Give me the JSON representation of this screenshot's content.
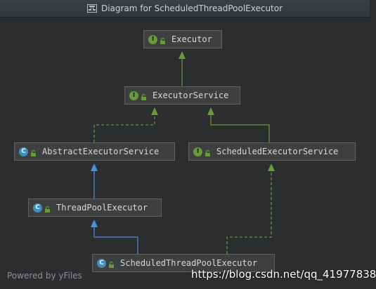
{
  "window": {
    "title": "Diagram for ScheduledThreadPoolExecutor"
  },
  "nodes": {
    "executor": {
      "label": "Executor",
      "kind": "interface",
      "badge": "I"
    },
    "executor_service": {
      "label": "ExecutorService",
      "kind": "interface",
      "badge": "I"
    },
    "abstract_executor_service": {
      "label": "AbstractExecutorService",
      "kind": "class",
      "badge": "C"
    },
    "scheduled_executor_service": {
      "label": "ScheduledExecutorService",
      "kind": "interface",
      "badge": "I"
    },
    "thread_pool_executor": {
      "label": "ThreadPoolExecutor",
      "kind": "class",
      "badge": "C"
    },
    "scheduled_thread_pool_executor": {
      "label": "ScheduledThreadPoolExecutor",
      "kind": "class",
      "badge": "C"
    }
  },
  "relations": [
    {
      "from": "executor_service",
      "to": "executor",
      "type": "extends-interface"
    },
    {
      "from": "abstract_executor_service",
      "to": "executor_service",
      "type": "implements"
    },
    {
      "from": "scheduled_executor_service",
      "to": "executor_service",
      "type": "extends-interface"
    },
    {
      "from": "thread_pool_executor",
      "to": "abstract_executor_service",
      "type": "extends-class"
    },
    {
      "from": "scheduled_thread_pool_executor",
      "to": "thread_pool_executor",
      "type": "extends-class"
    },
    {
      "from": "scheduled_thread_pool_executor",
      "to": "scheduled_executor_service",
      "type": "implements"
    }
  ],
  "colors": {
    "background": "#2b2d2f",
    "interface_edge": "#6a9a3b",
    "class_edge": "#4a90d9",
    "interface_badge": "#6a9a3b",
    "class_badge": "#3f8fb8",
    "node_fill": "#3d3f41",
    "node_border": "#5f6163"
  },
  "footer": {
    "text": "Powered by yFiles"
  },
  "watermark": {
    "text": "https://blog.csdn.net/qq_41977838"
  }
}
